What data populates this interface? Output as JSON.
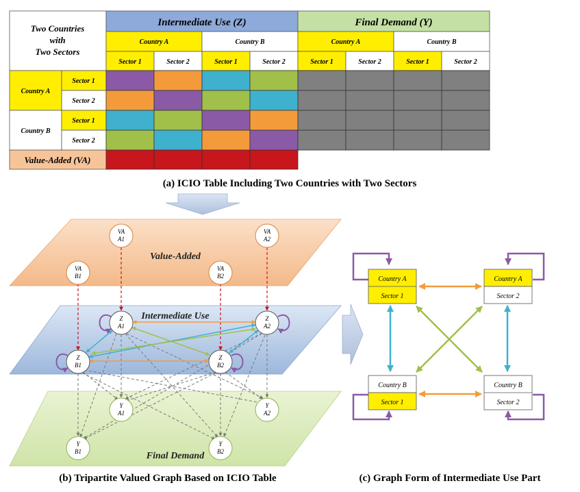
{
  "table": {
    "header_left": [
      "Two Countries",
      "with",
      "Two Sectors"
    ],
    "intermediate_header": "Intermediate Use (Z)",
    "final_header": "Final Demand (Y)",
    "country_a": "Country A",
    "country_b": "Country B",
    "sector_1": "Sector 1",
    "sector_2": "Sector 2",
    "value_added": "Value-Added (VA)",
    "colors": {
      "purple": "#8a5aa6",
      "orange": "#f39b3a",
      "blue": "#3fb1cf",
      "green": "#a0c04a",
      "gray": "#808080",
      "red": "#c8161d",
      "yellow": "#ffee00",
      "header_blue": "#8eaadb",
      "header_green": "#c5e0a4",
      "va_orange": "#f7c49a"
    },
    "z_cells": [
      [
        "purple",
        "orange",
        "blue",
        "green"
      ],
      [
        "orange",
        "purple",
        "green",
        "blue"
      ],
      [
        "blue",
        "green",
        "purple",
        "orange"
      ],
      [
        "green",
        "blue",
        "orange",
        "purple"
      ]
    ]
  },
  "caption_a": "(a) ICIO Table Including Two Countries with Two Sectors",
  "graph_b": {
    "value_added_label": "Value-Added",
    "intermediate_label": "Intermediate Use",
    "final_label": "Final Demand",
    "caption": "(b) Tripartite Valued Graph Based on ICIO Table",
    "nodes": {
      "va_a1": [
        "VA",
        "A1"
      ],
      "va_a2": [
        "VA",
        "A2"
      ],
      "va_b1": [
        "VA",
        "B1"
      ],
      "va_b2": [
        "VA",
        "B2"
      ],
      "z_a1": [
        "Z",
        "A1"
      ],
      "z_a2": [
        "Z",
        "A2"
      ],
      "z_b1": [
        "Z",
        "B1"
      ],
      "z_b2": [
        "Z",
        "B2"
      ],
      "y_a1": [
        "Y",
        "A1"
      ],
      "y_a2": [
        "Y",
        "A2"
      ],
      "y_b1": [
        "Y",
        "B1"
      ],
      "y_b2": [
        "Y",
        "B2"
      ]
    }
  },
  "graph_c": {
    "caption": "(c) Graph Form of Intermediate Use Part",
    "node_a1": [
      "Country A",
      "Sector 1"
    ],
    "node_a2": [
      "Country A",
      "Sector 2"
    ],
    "node_b1": [
      "Country B",
      "Sector 1"
    ],
    "node_b2": [
      "Country B",
      "Sector 2"
    ]
  }
}
